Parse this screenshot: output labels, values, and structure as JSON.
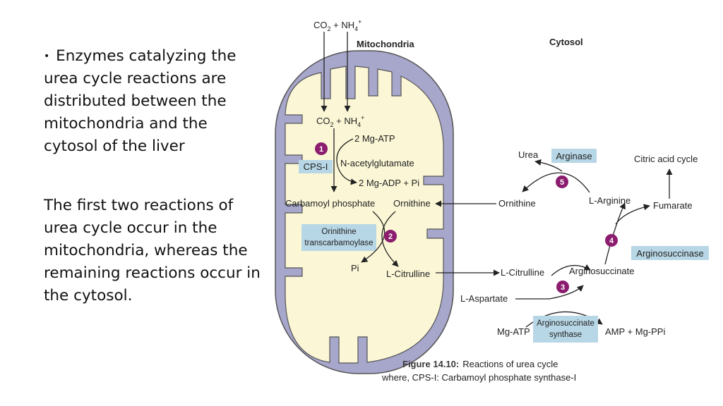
{
  "text": {
    "bullet1": "Enzymes catalyzing the urea cycle reactions are distributed between the mitochondria and the cytosol of the liver",
    "bullet2": "The first two reactions of urea cycle occur in the mitochondria, whereas the remaining reactions occur in the cytosol."
  },
  "diagram": {
    "top_input": "CO2 + NH4+",
    "mito_label": "Mitochondria",
    "cytosol_label": "Cytosol",
    "mito_input": "CO2 + NH4+",
    "atp": "2 Mg-ATP",
    "nag": "N-acetylglutamate",
    "adp": "2 Mg-ADP + Pi",
    "cps": "CPS-I",
    "carbamoyl_phosphate": "Carbamoyl phosphate",
    "ornithine_mito": "Ornithine",
    "otc_line1": "Orinithine",
    "otc_line2": "transcarbamoylase",
    "pi": "Pi",
    "citrulline_mito": "L-Citrulline",
    "citrulline_cyto": "L-Citrulline",
    "ornithine_cyto": "Ornithine",
    "urea": "Urea",
    "arginase": "Arginase",
    "arginine": "L-Arginine",
    "citric_acid_cycle": "Citric acid cycle",
    "fumarate": "Fumarate",
    "argininosuccinase": "Arginosuccinase",
    "argininosuccinate": "Arginosuccinate",
    "aspartate": "L-Aspartate",
    "mg_atp": "Mg-ATP",
    "synthase_line1": "Arginosuccinate",
    "synthase_line2": "synthase",
    "amp": "AMP + Mg-PPi",
    "steps": [
      "1",
      "2",
      "3",
      "4",
      "5"
    ]
  },
  "caption": {
    "label": "Figure 14.10:",
    "line1": "Reactions of urea cycle",
    "line2": "where, CPS-I: Carbamoyl phosphate synthase-I"
  },
  "colors": {
    "membrane": "#a7a6cb",
    "matrix": "#fbf7d6",
    "enzyme_box": "#b8d7e6",
    "step_circle": "#8c1c6e"
  }
}
